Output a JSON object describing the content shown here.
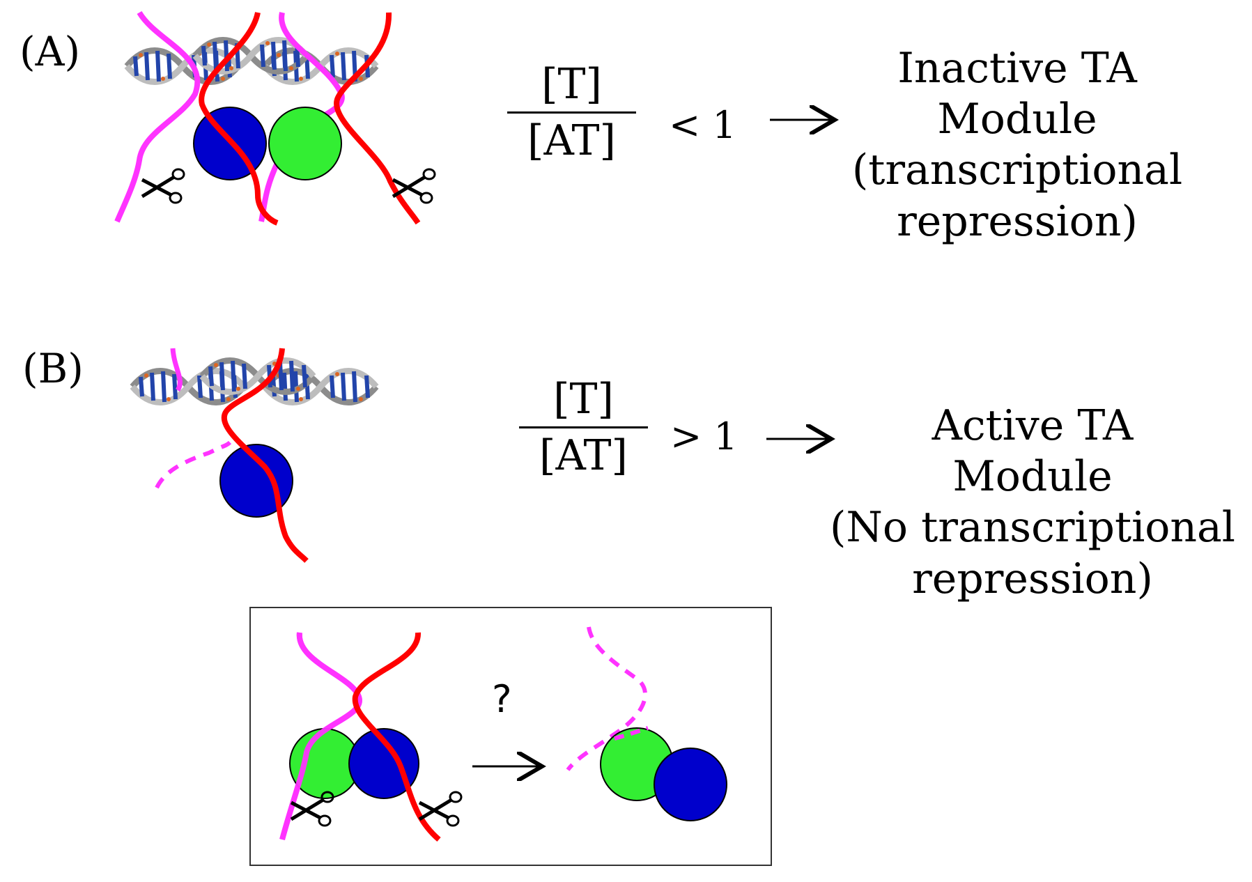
{
  "panel_a": {
    "label": "(A)",
    "numerator": "[T]",
    "denominator": "[AT]",
    "inequality": "< 1",
    "result_lines": [
      "Inactive TA",
      "Module",
      "(transcriptional",
      "repression)"
    ]
  },
  "panel_b": {
    "label": "(B)",
    "numerator": "[T]",
    "denominator": "[AT]",
    "inequality": "> 1",
    "result_lines": [
      "Active TA",
      "Module",
      "(No transcriptional",
      "repression)"
    ]
  },
  "inset": {
    "question_mark": "?"
  },
  "colors": {
    "antitoxin_strand": "#ff33ff",
    "toxin_strand": "#ff0000",
    "toxin_blue": "#0000cc",
    "antitoxin_green": "#33ee33",
    "dna_backbone": "#9a9a9a",
    "dna_base": "#2244aa"
  },
  "icons": [
    "dna-helix-icon",
    "scissors-icon",
    "arrow-right-icon"
  ]
}
